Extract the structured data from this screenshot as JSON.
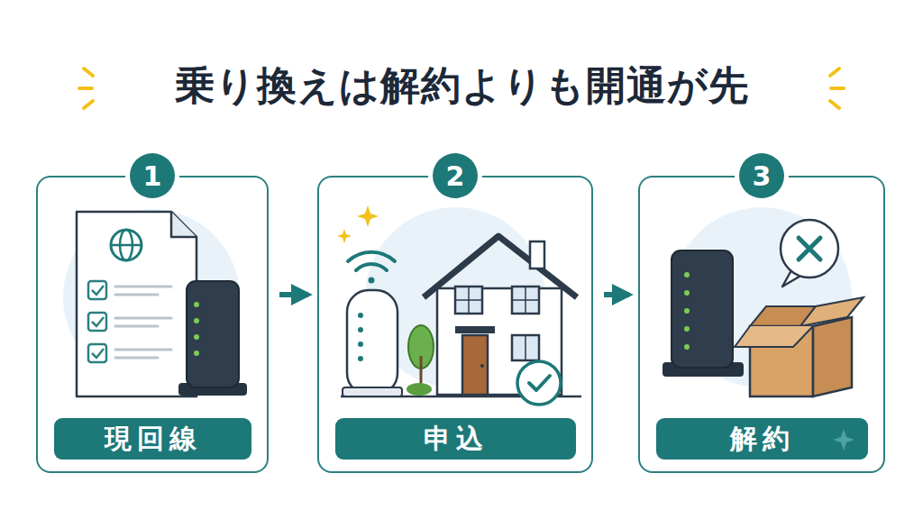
{
  "diagram": {
    "title": "乗り換えは解約よりも開通が先",
    "nodes": [
      {
        "text": [
          "1"
        ]
      },
      {
        "text": [
          "現回線"
        ],
        "in": 0
      },
      {
        "text": [
          "2"
        ]
      },
      {
        "text": [
          "申込"
        ],
        "in": 2
      },
      {
        "text": [
          "3"
        ]
      },
      {
        "text": [
          "解約"
        ],
        "in": 4
      }
    ],
    "edges": [
      {
        "from": 0,
        "to": 2,
        "arrow": "to"
      },
      {
        "from": 2,
        "to": 4,
        "arrow": "to"
      }
    ]
  }
}
